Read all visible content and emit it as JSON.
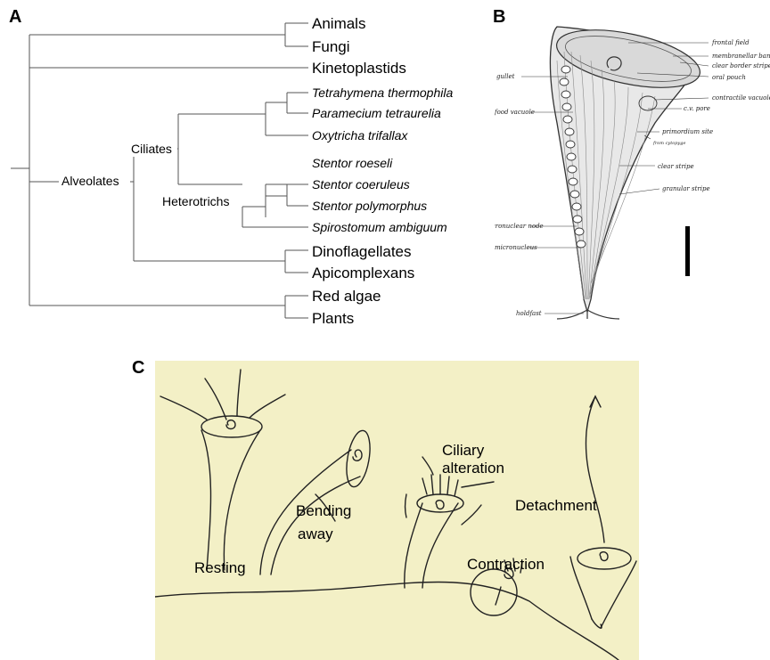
{
  "panels": {
    "a": {
      "letter": "A"
    },
    "b": {
      "letter": "B"
    },
    "c": {
      "letter": "C"
    }
  },
  "tree": {
    "taxa": [
      "Animals",
      "Fungi",
      "Kinetoplastids",
      "Tetrahymena thermophila",
      "Paramecium tetraurelia",
      "Oxytricha trifallax",
      "Stentor roeseli",
      "Stentor coeruleus",
      "Stentor polymorphus",
      "Spirostomum ambiguum",
      "Dinoflagellates",
      "Apicomplexans",
      "Red algae",
      "Plants"
    ],
    "clades": {
      "alveolates": "Alveolates",
      "ciliates": "Ciliates",
      "heterotrichs": "Heterotrichs"
    }
  },
  "stentor_diagram": {
    "labels": {
      "frontal_field": "frontal field",
      "membranellar_band": "membranellar band",
      "clear_border_stripe": "clear border stripe",
      "oral_pouch": "oral pouch",
      "contractile_vacuole": "contractile vacuole",
      "cv_pore": "c.v. pore",
      "primordium_site": "primordium site",
      "from_cytopyge": "from cytopyge",
      "clear_stripe": "clear stripe",
      "granular_stripe": "granular stripe",
      "gullet": "gullet",
      "food_vacuole": "food vacuole",
      "macronuclear_node": "macronuclear node",
      "micronucleus": "micronucleus",
      "holdfast": "holdfast"
    }
  },
  "behavior": {
    "background": "#f3f0c6",
    "labels": {
      "resting": "Resting",
      "bending_line1": "Bending",
      "bending_line2": "away",
      "ciliary_line1": "Ciliary",
      "ciliary_line2": "alteration",
      "detachment": "Detachment",
      "contraction": "Contraction"
    }
  }
}
